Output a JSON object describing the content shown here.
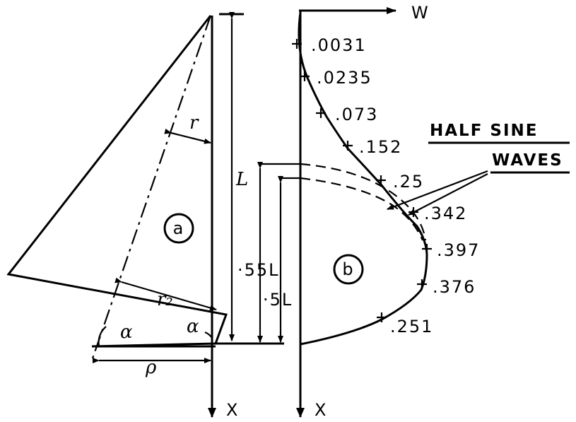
{
  "diagram": {
    "panel_a": {
      "circle_label": "a",
      "symbols": {
        "r": "r",
        "r2": "r₂",
        "L": "L",
        "alpha_left": "α",
        "alpha_right": "α",
        "rho": "ρ",
        "x_axis": "X"
      }
    },
    "panel_b": {
      "circle_label": "b",
      "w_axis": "W",
      "x_axis": "X",
      "dim_labels": {
        "p55L": "·55L",
        "p5L": "·5L"
      },
      "ticks": [
        ".0031",
        ".0235",
        ".073",
        ".152",
        ".25",
        ".342",
        ".397",
        ".376",
        ".251"
      ],
      "note_line1": "HALF SINE",
      "note_line2": "WAVES"
    }
  }
}
